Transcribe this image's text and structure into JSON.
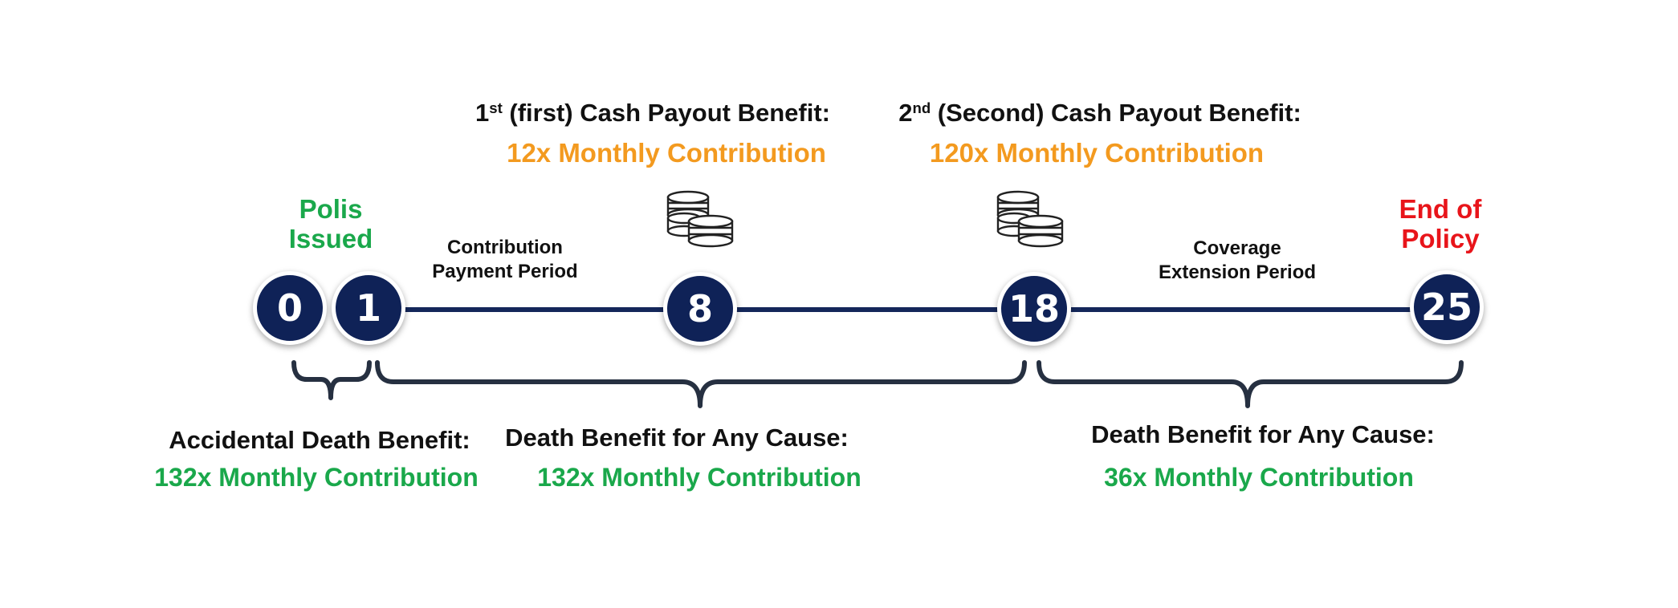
{
  "colors": {
    "navy": "#0f2257",
    "green": "#1aa84b",
    "orange": "#f39a1f",
    "red": "#e8141a",
    "black": "#111111"
  },
  "timeline": {
    "nodes": [
      "0",
      "1",
      "8",
      "18",
      "25"
    ]
  },
  "top_labels": {
    "polis_issued": [
      "Polis",
      "Issued"
    ],
    "end_of_policy": [
      "End of",
      "Policy"
    ]
  },
  "periods": {
    "contribution": [
      "Contribution",
      "Payment Period"
    ],
    "coverage": [
      "Coverage",
      "Extension Period"
    ]
  },
  "payouts": {
    "first": {
      "sup_num": "1",
      "sup": "st",
      "title_rest": " (first) Cash Payout Benefit:",
      "value": "12x Monthly Contribution",
      "icon": "coins-icon"
    },
    "second": {
      "sup_num": "2",
      "sup": "nd",
      "title_rest": " (Second) Cash Payout Benefit:",
      "value": "120x Monthly Contribution",
      "icon": "coins-icon"
    }
  },
  "death_benefits": {
    "accidental": {
      "title": "Accidental Death Benefit:",
      "value": "132x Monthly Contribution"
    },
    "any_cause_1": {
      "title": "Death Benefit for Any Cause:",
      "value": "132x Monthly Contribution"
    },
    "any_cause_2": {
      "title": "Death Benefit for Any Cause:",
      "value": "36x Monthly Contribution"
    }
  }
}
